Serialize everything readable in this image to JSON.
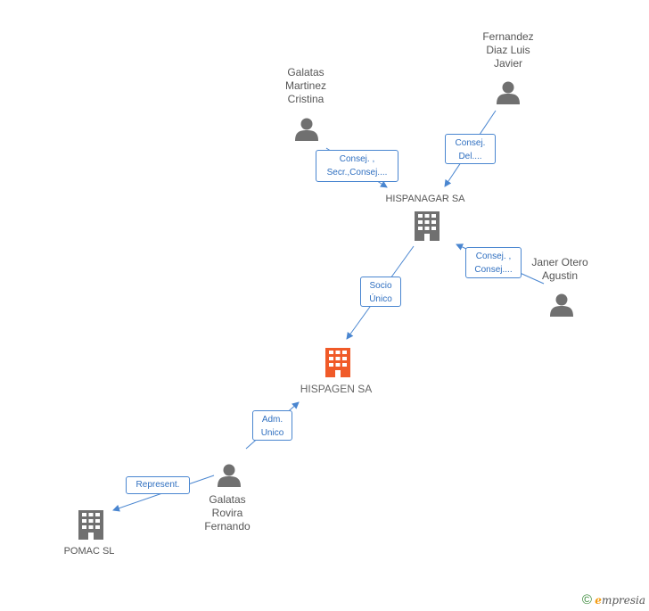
{
  "colors": {
    "edge": "#4a86d0",
    "edge_text": "#2f6fc0",
    "person_icon": "#707070",
    "company_icon": "#707070",
    "main_company_icon": "#f05a28"
  },
  "nodes": {
    "fernandez": {
      "name": "Fernandez\nDiaz Luis\nJavier",
      "icon": "person-icon"
    },
    "galatas_martinez": {
      "name": "Galatas\nMartinez\nCristina",
      "icon": "person-icon"
    },
    "janer": {
      "name": "Janer Otero\nAgustin",
      "icon": "person-icon"
    },
    "galatas_rovira": {
      "name": "Galatas\nRovira\nFernando",
      "icon": "person-icon"
    },
    "hispanagar": {
      "name": "HISPANAGAR SA",
      "icon": "building-icon"
    },
    "hispagen": {
      "name": "HISPAGEN SA",
      "icon": "building-icon"
    },
    "pomac": {
      "name": "POMAC SL",
      "icon": "building-icon"
    }
  },
  "edges": {
    "galatas_martinez_to_hispanagar": "Consej. ,\nSecr.,Consej....",
    "fernandez_to_hispanagar": "Consej.\nDel....",
    "janer_to_hispanagar": "Consej. ,\nConsej....",
    "hispanagar_to_hispagen": "Socio\nÚnico",
    "galatas_rovira_to_hispagen": "Adm.\nUnico",
    "galatas_rovira_to_pomac": "Represent."
  },
  "footer": {
    "copyright_symbol": "©",
    "brand_initial": "e",
    "brand_rest": "mpresia"
  }
}
